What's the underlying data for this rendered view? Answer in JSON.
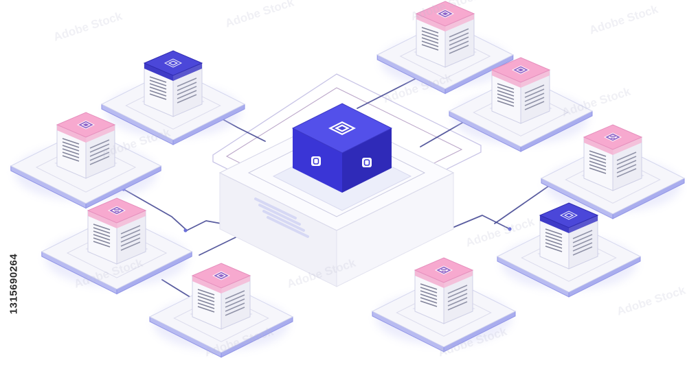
{
  "image": {
    "kind": "isometric network diagram",
    "watermark_text": "Adobe Stock",
    "stock_id": "1315690264"
  },
  "colors": {
    "background": "#ffffff",
    "hub_top": "#5350ea",
    "hub_left": "#3a35d6",
    "hub_right": "#2f2ab8",
    "pink_top": "#f7a9cf",
    "pink_side": "#f4b8d6",
    "indigo_top": "#4b47d9",
    "node_front": "#f8f8fc",
    "node_side": "#ededf5",
    "platform": "#f6f6fb",
    "platform_edge": "#8f93e6",
    "connector": "#3c3f8e"
  },
  "hub": {
    "icon": "processor-chip-icon",
    "side_icon": "rounded-square-icon"
  },
  "nodes": [
    {
      "id": "top-left",
      "top_color": "indigo",
      "icon": "chip-icon"
    },
    {
      "id": "upper-left",
      "top_color": "pink",
      "icon": "chip-icon"
    },
    {
      "id": "mid-left",
      "top_color": "pink",
      "icon": "document-icon"
    },
    {
      "id": "bottom-left",
      "top_color": "pink",
      "icon": "chip-icon"
    },
    {
      "id": "top-right-far",
      "top_color": "pink",
      "icon": "chip-icon"
    },
    {
      "id": "upper-right",
      "top_color": "pink",
      "icon": "chip-icon"
    },
    {
      "id": "right",
      "top_color": "pink",
      "icon": "list-icon"
    },
    {
      "id": "lower-right",
      "top_color": "indigo",
      "icon": "chip-icon"
    },
    {
      "id": "bottom-center",
      "top_color": "pink",
      "icon": "list-icon"
    }
  ]
}
